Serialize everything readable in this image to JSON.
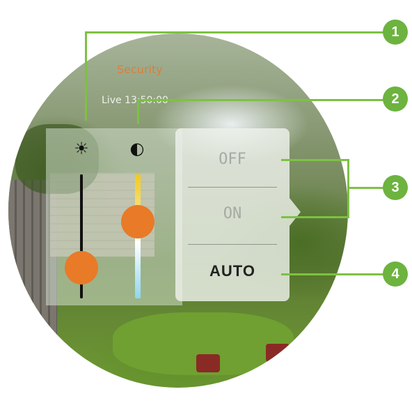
{
  "app": {
    "title": "Security",
    "subtitle": "Live 13:50:00"
  },
  "sliders": [
    {
      "icon": "brightness-icon",
      "level": 0.25,
      "thumb_color": "#e87a28"
    },
    {
      "icon": "contrast-icon",
      "level": 0.62,
      "thumb_color": "#e87a28"
    }
  ],
  "modes": {
    "options": [
      "OFF",
      "ON",
      "AUTO"
    ],
    "selected": "AUTO"
  },
  "callouts": [
    {
      "number": "1"
    },
    {
      "number": "2"
    },
    {
      "number": "3"
    },
    {
      "number": "4"
    }
  ],
  "colors": {
    "accent": "#e87a28",
    "callout_green": "#6db33f",
    "callout_line": "#7dc142"
  }
}
